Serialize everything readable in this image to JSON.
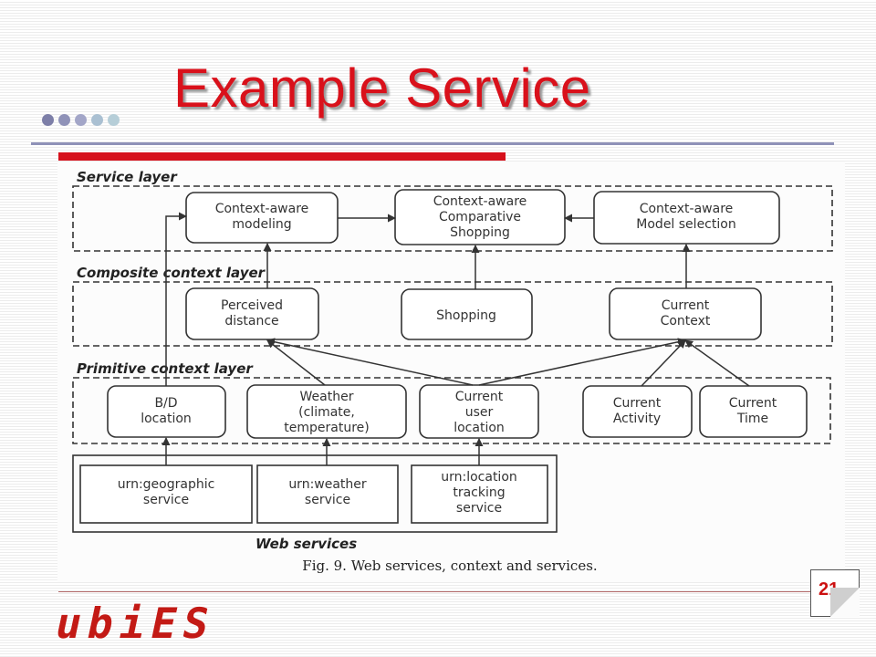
{
  "slide": {
    "title": "Example Service",
    "page_number": "21",
    "logo_text": "ubiES",
    "colors": {
      "title": "#d9111b",
      "accent_bar": "#d6101b",
      "rule": "#8f92b8",
      "dots": [
        "#7d7fa8",
        "#8f92b8",
        "#a3a6c8",
        "#aac0d2",
        "#b6ced8"
      ]
    }
  },
  "diagram": {
    "layers": {
      "service": "Service layer",
      "composite": "Composite context layer",
      "primitive": "Primitive context layer",
      "web": "Web services"
    },
    "nodes": {
      "modeling": [
        "Context-aware",
        "modeling"
      ],
      "comparative": [
        "Context-aware",
        "Comparative",
        "Shopping"
      ],
      "model_selection": [
        "Context-aware",
        "Model selection"
      ],
      "perceived": [
        "Perceived",
        "distance"
      ],
      "shopping": [
        "Shopping"
      ],
      "current_context": [
        "Current",
        "Context"
      ],
      "bd_location": [
        "B/D",
        "location"
      ],
      "weather": [
        "Weather",
        "(climate,",
        "temperature)"
      ],
      "user_location": [
        "Current",
        "user",
        "location"
      ],
      "activity": [
        "Current",
        "Activity"
      ],
      "time": [
        "Current",
        "Time"
      ],
      "geo_service": [
        "urn:geographic",
        "service"
      ],
      "weather_service": [
        "urn:weather",
        "service"
      ],
      "location_service": [
        "urn:location",
        "tracking",
        "service"
      ]
    },
    "caption": "Fig. 9. Web services, context and services."
  }
}
